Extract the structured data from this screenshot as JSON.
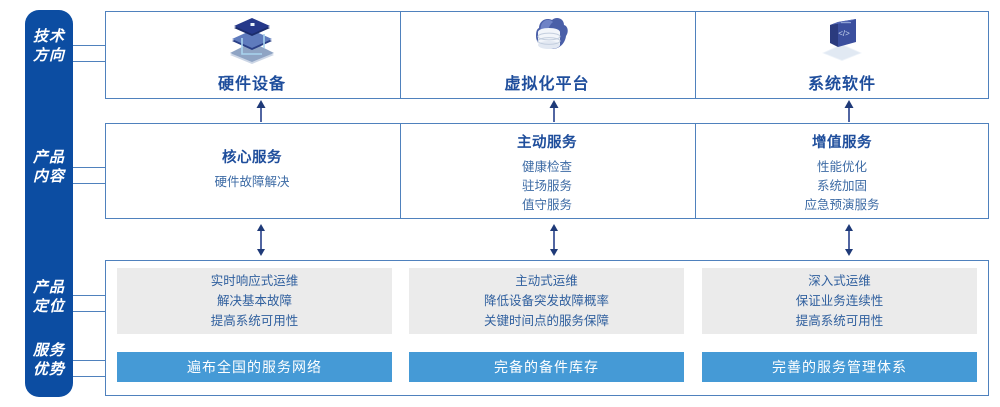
{
  "sidebar": {
    "color": "#0c4da2",
    "labels": [
      {
        "name": "tech-direction",
        "line1": "技术",
        "line2": "方向"
      },
      {
        "name": "product-content",
        "line1": "产品",
        "line2": "内容"
      },
      {
        "name": "product-position",
        "line1": "产品",
        "line2": "定位"
      },
      {
        "name": "service-advantage",
        "line1": "服务",
        "line2": "优势"
      }
    ]
  },
  "accent": {
    "border": "#4f81bd",
    "title": "#1f4e9c",
    "body": "#3d6ba5",
    "grey_box": "#ebebeb",
    "bar_blue": "#459ad6"
  },
  "row_tech": {
    "columns": [
      {
        "icon": "server-stack-icon",
        "label": "硬件设备"
      },
      {
        "icon": "cloud-database-icon",
        "label": "虚拟化平台"
      },
      {
        "icon": "code-laptop-icon",
        "label": "系统软件"
      }
    ]
  },
  "row_content": {
    "columns": [
      {
        "title": "核心服务",
        "items": [
          "硬件故障解决"
        ]
      },
      {
        "title": "主动服务",
        "items": [
          "健康检查",
          "驻场服务",
          "值守服务"
        ]
      },
      {
        "title": "增值服务",
        "items": [
          "性能优化",
          "系统加固",
          "应急预演服务"
        ]
      }
    ]
  },
  "row_position": {
    "columns": [
      {
        "items": [
          "实时响应式运维",
          "解决基本故障",
          "提高系统可用性"
        ]
      },
      {
        "items": [
          "主动式运维",
          "降低设备突发故障概率",
          "关键时间点的服务保障"
        ]
      },
      {
        "items": [
          "深入式运维",
          "保证业务连续性",
          "提高系统可用性"
        ]
      }
    ]
  },
  "row_advantage": {
    "bars": [
      "遍布全国的服务网络",
      "完备的备件库存",
      "完善的服务管理体系"
    ]
  }
}
